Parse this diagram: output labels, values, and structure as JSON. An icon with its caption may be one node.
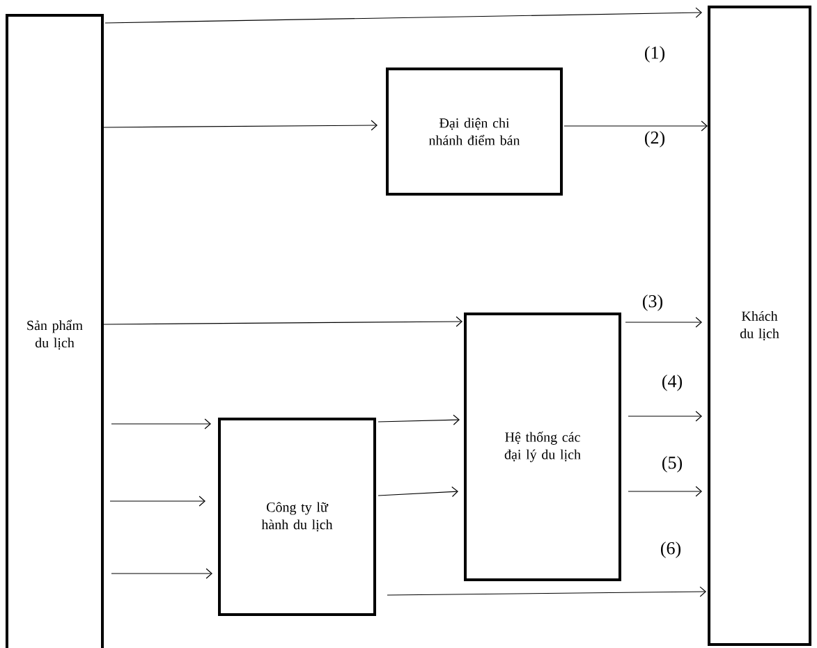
{
  "diagram": {
    "nodes": [
      {
        "text": [
          "Sản phẩm du lịch"
        ]
      },
      {
        "text": [
          "Đại diện chi nhánh điểm bán"
        ]
      },
      {
        "text": [
          "Khách du lịch"
        ]
      },
      {
        "text": [
          "Hệ thống các đại lý du lịch"
        ]
      },
      {
        "text": [
          "Công ty lữ hành du lịch"
        ]
      }
    ],
    "edges": [
      {
        "from": 0,
        "to": 2,
        "arrow": "to",
        "label": "(1)"
      },
      {
        "from": 0,
        "to": 1,
        "arrow": "to"
      },
      {
        "from": 1,
        "to": 2,
        "arrow": "to",
        "label": "(2)"
      },
      {
        "from": 0,
        "to": 3,
        "arrow": "to"
      },
      {
        "from": 3,
        "to": 2,
        "arrow": "to",
        "label": "(3)"
      },
      {
        "from": 3,
        "to": 2,
        "arrow": "to",
        "label": "(4)"
      },
      {
        "from": 3,
        "to": 2,
        "arrow": "to",
        "label": "(5)"
      },
      {
        "from": 0,
        "to": 4,
        "arrow": "to"
      },
      {
        "from": 0,
        "to": 4,
        "arrow": "to"
      },
      {
        "from": 0,
        "to": 4,
        "arrow": "to"
      },
      {
        "from": 4,
        "to": 3,
        "arrow": "to"
      },
      {
        "from": 4,
        "to": 3,
        "arrow": "to"
      },
      {
        "from": 4,
        "to": 2,
        "arrow": "to",
        "label": "(6)"
      }
    ]
  }
}
